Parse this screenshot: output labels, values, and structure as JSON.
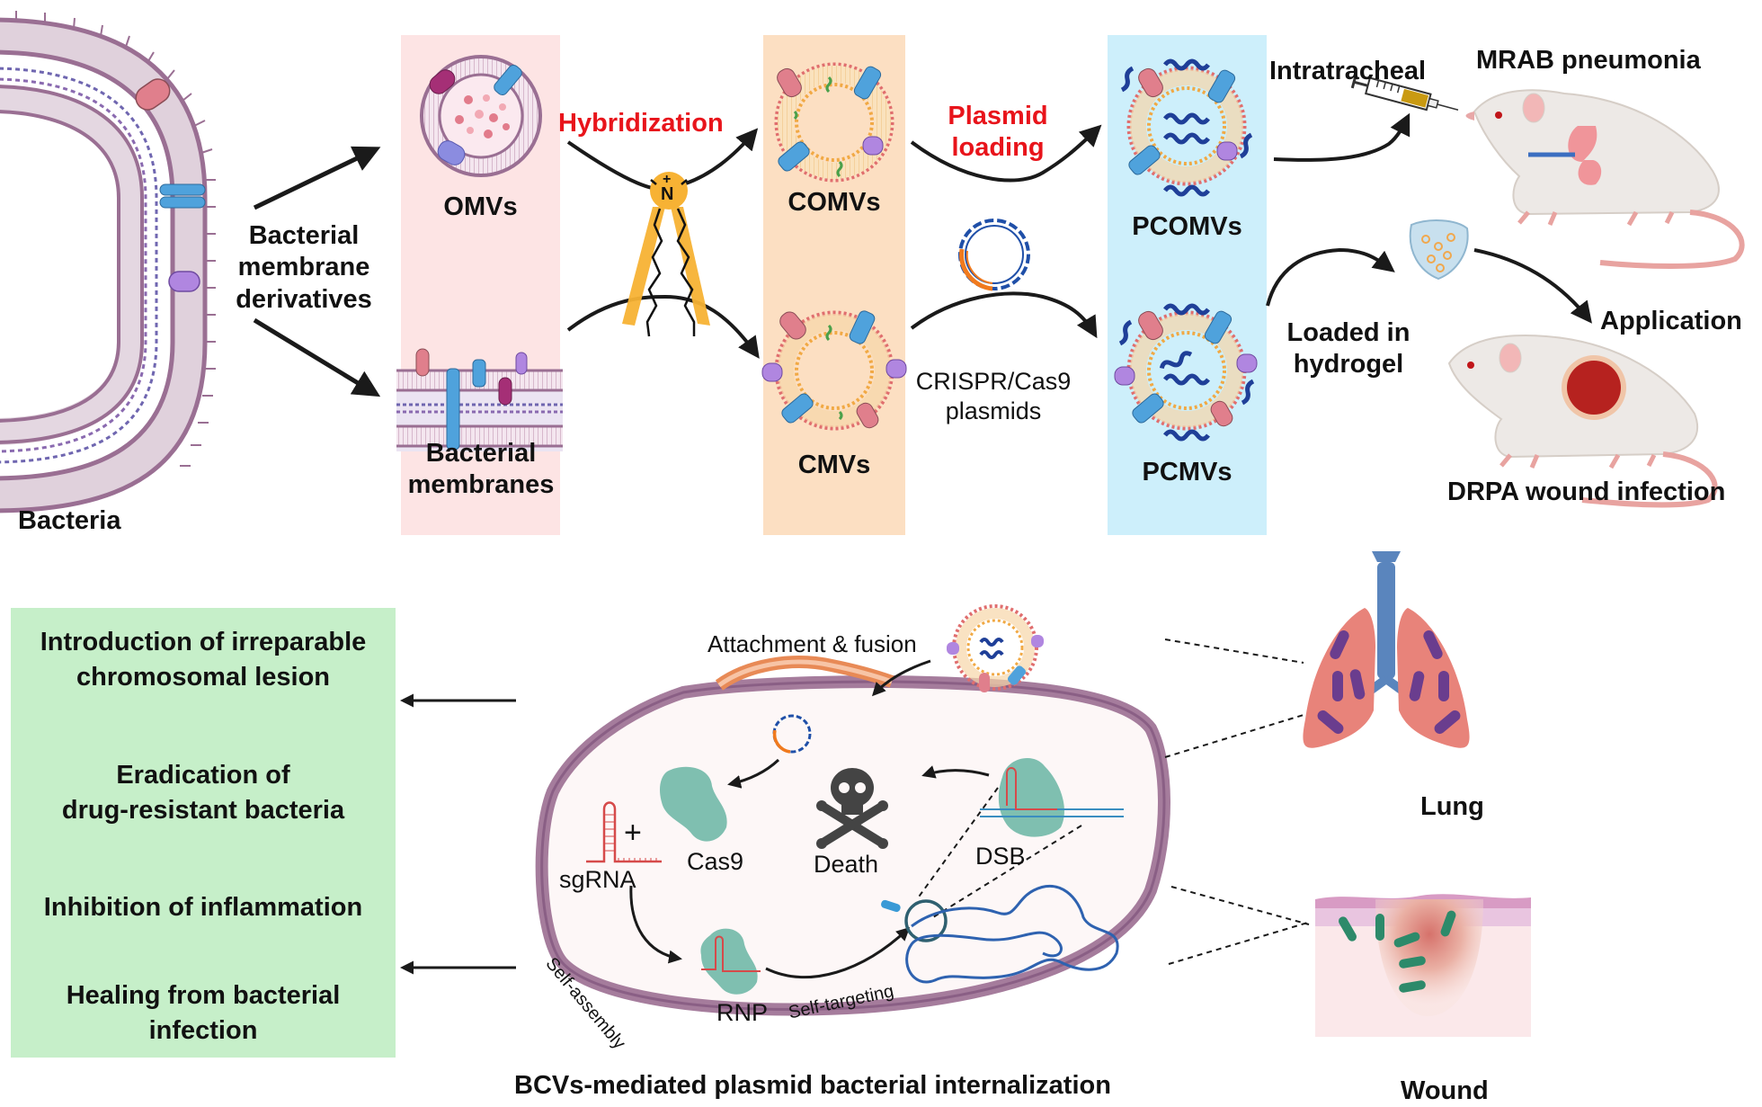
{
  "figure": {
    "top": {
      "bacteria_label": "Bacteria",
      "derivation_label": [
        "Bacterial",
        "membrane",
        "derivatives"
      ],
      "omvs_label": "OMVs",
      "bacterial_membranes_label": [
        "Bacterial",
        "membranes"
      ],
      "hybridization_label": "Hybridization",
      "comvs_label": "COMVs",
      "cmvs_label": "CMVs",
      "plasmid_loading_label": [
        "Plasmid",
        "loading"
      ],
      "crispr_label": [
        "CRISPR/Cas9",
        "plasmids"
      ],
      "pcomvs_label": "PCOMVs",
      "pcmvs_label": "PCMVs",
      "intratracheal_label": "Intratracheal",
      "mrab_label": "MRAB pneumonia",
      "loaded_label": [
        "Loaded in",
        "hydrogel"
      ],
      "application_label": "Application",
      "drpa_label": "DRPA wound infection",
      "lipid_charge_symbol": "+",
      "lipid_atom": "N"
    },
    "bottom": {
      "outcomes": [
        [
          "Introduction of irreparable",
          "chromosomal lesion"
        ],
        [
          "Eradication of",
          "drug-resistant bacteria"
        ],
        [
          "Inhibition of inflammation"
        ],
        [
          "Healing from bacterial",
          "infection"
        ]
      ],
      "attachment_label": "Attachment & fusion",
      "sgrna_label": "sgRNA",
      "plus_label": "+",
      "cas9_label": "Cas9",
      "death_label": "Death",
      "dsb_label": "DSB",
      "self_assembly_label": "Self-assembly",
      "rnp_label": "RNP",
      "self_targeting_label": "Self-targeting",
      "caption": "BCVs-mediated plasmid bacterial internalization",
      "lung_label": "Lung",
      "wound_label": "Wound"
    },
    "colors": {
      "highlight_text": "#e8141b",
      "panel_omv": "#fde4e4",
      "panel_cmv": "#fcdfc2",
      "panel_pcmv": "#cdeffb",
      "panel_outcomes": "#c6efc9",
      "membrane_purple": "#a57c9c",
      "cas9_teal": "#7fbfb0",
      "dna_blue": "#1f4fa8",
      "dna_orange": "#f07a1e"
    }
  }
}
